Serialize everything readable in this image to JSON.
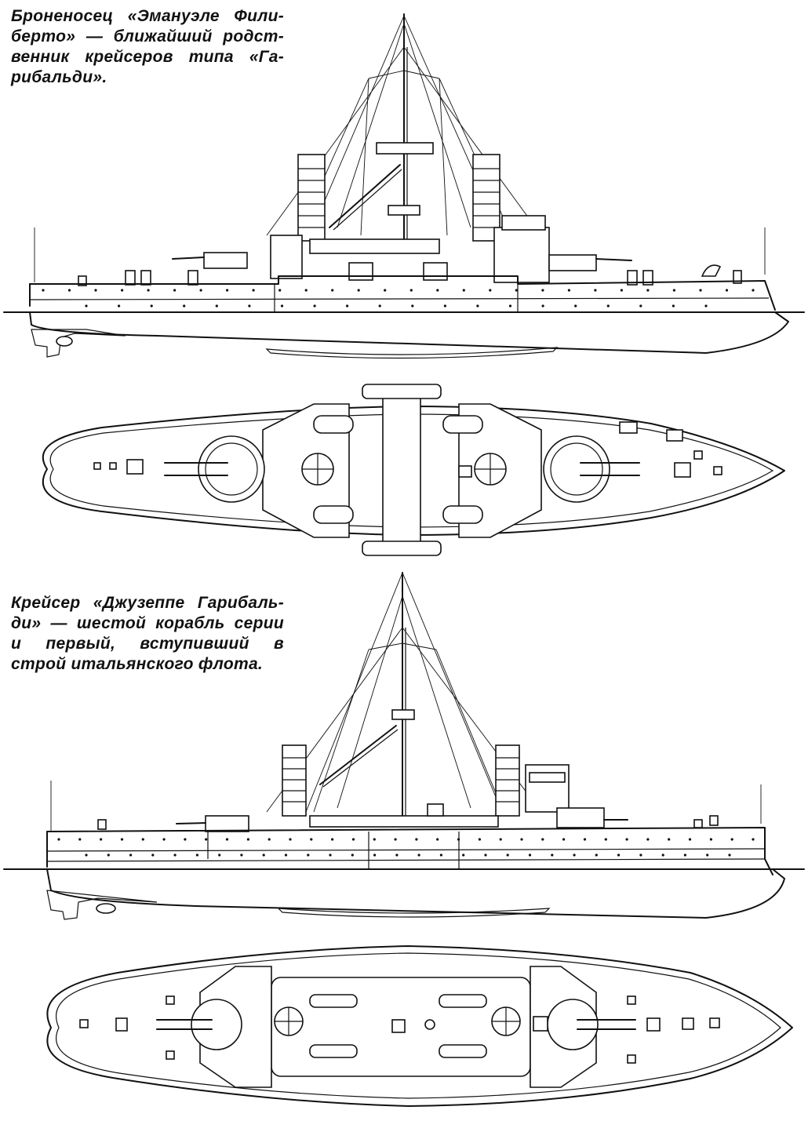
{
  "captions": {
    "battleship": {
      "lines": [
        "Броненосец «Эмануэле Фили-",
        "берто» — ближайший родст-",
        "венник крейсеров типа «Га-",
        "рибальди»."
      ]
    },
    "cruiser": {
      "lines": [
        "Крейсер «Джузеппе Гарибаль-",
        "ди» — шестой корабль серии",
        "и первый, вступивший в",
        "строй итальянского флота."
      ]
    }
  },
  "colors": {
    "ink": "#111111",
    "paper": "#ffffff"
  },
  "drawings": {
    "battleship_profile": {
      "view": "side",
      "funnels": 2,
      "masts": 1,
      "portholes_upper": 28,
      "portholes_lower": 20
    },
    "battleship_plan": {
      "view": "top",
      "turrets": 2,
      "searchlight_platforms": 2
    },
    "cruiser_profile": {
      "view": "side",
      "funnels": 2,
      "masts": 1,
      "portholes_upper": 34,
      "portholes_lower": 30
    },
    "cruiser_plan": {
      "view": "top",
      "turrets": 2,
      "searchlight_platforms": 2
    }
  }
}
